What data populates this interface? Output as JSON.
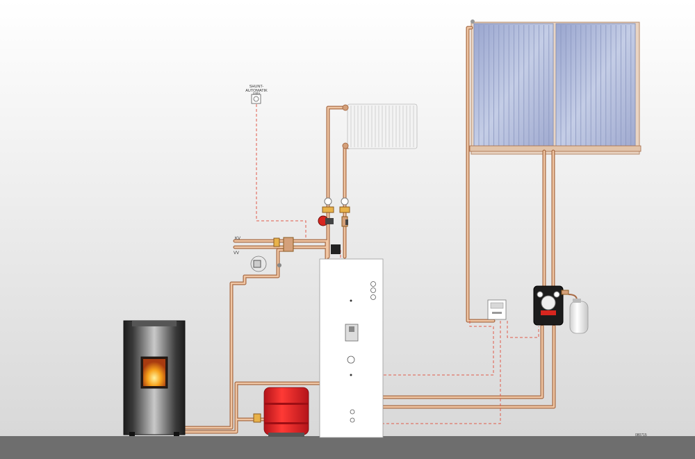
{
  "labels": {
    "shunt_line1": "SHUNT-",
    "shunt_line2": "AUTOMATIK",
    "shunt_line3": "230V",
    "kv": "KV",
    "vv": "VV",
    "figure_code": "080715"
  },
  "colors": {
    "background_top": "#ffffff",
    "background_bottom": "#d9d9d9",
    "floor": "#707070",
    "pipe": "#d4a07a",
    "pipe_outline": "#a86b45",
    "signal_line": "#e05a4a",
    "tank": "#ffffff",
    "expansion_vessel": "#e31e24",
    "stove_body": "#2b2b2b",
    "flame": "#f7a21b",
    "solar_panel": "#aeb8d6",
    "pump_red": "#d7261f"
  },
  "icons": [
    "radiator-icon",
    "solar-collector-icon",
    "pellet-stove-icon",
    "accumulator-tank-icon",
    "expansion-vessel-icon",
    "solar-pump-station-icon",
    "solar-controller-icon",
    "shunt-controller-icon",
    "circulation-pump-icon",
    "mixing-valve-icon"
  ]
}
